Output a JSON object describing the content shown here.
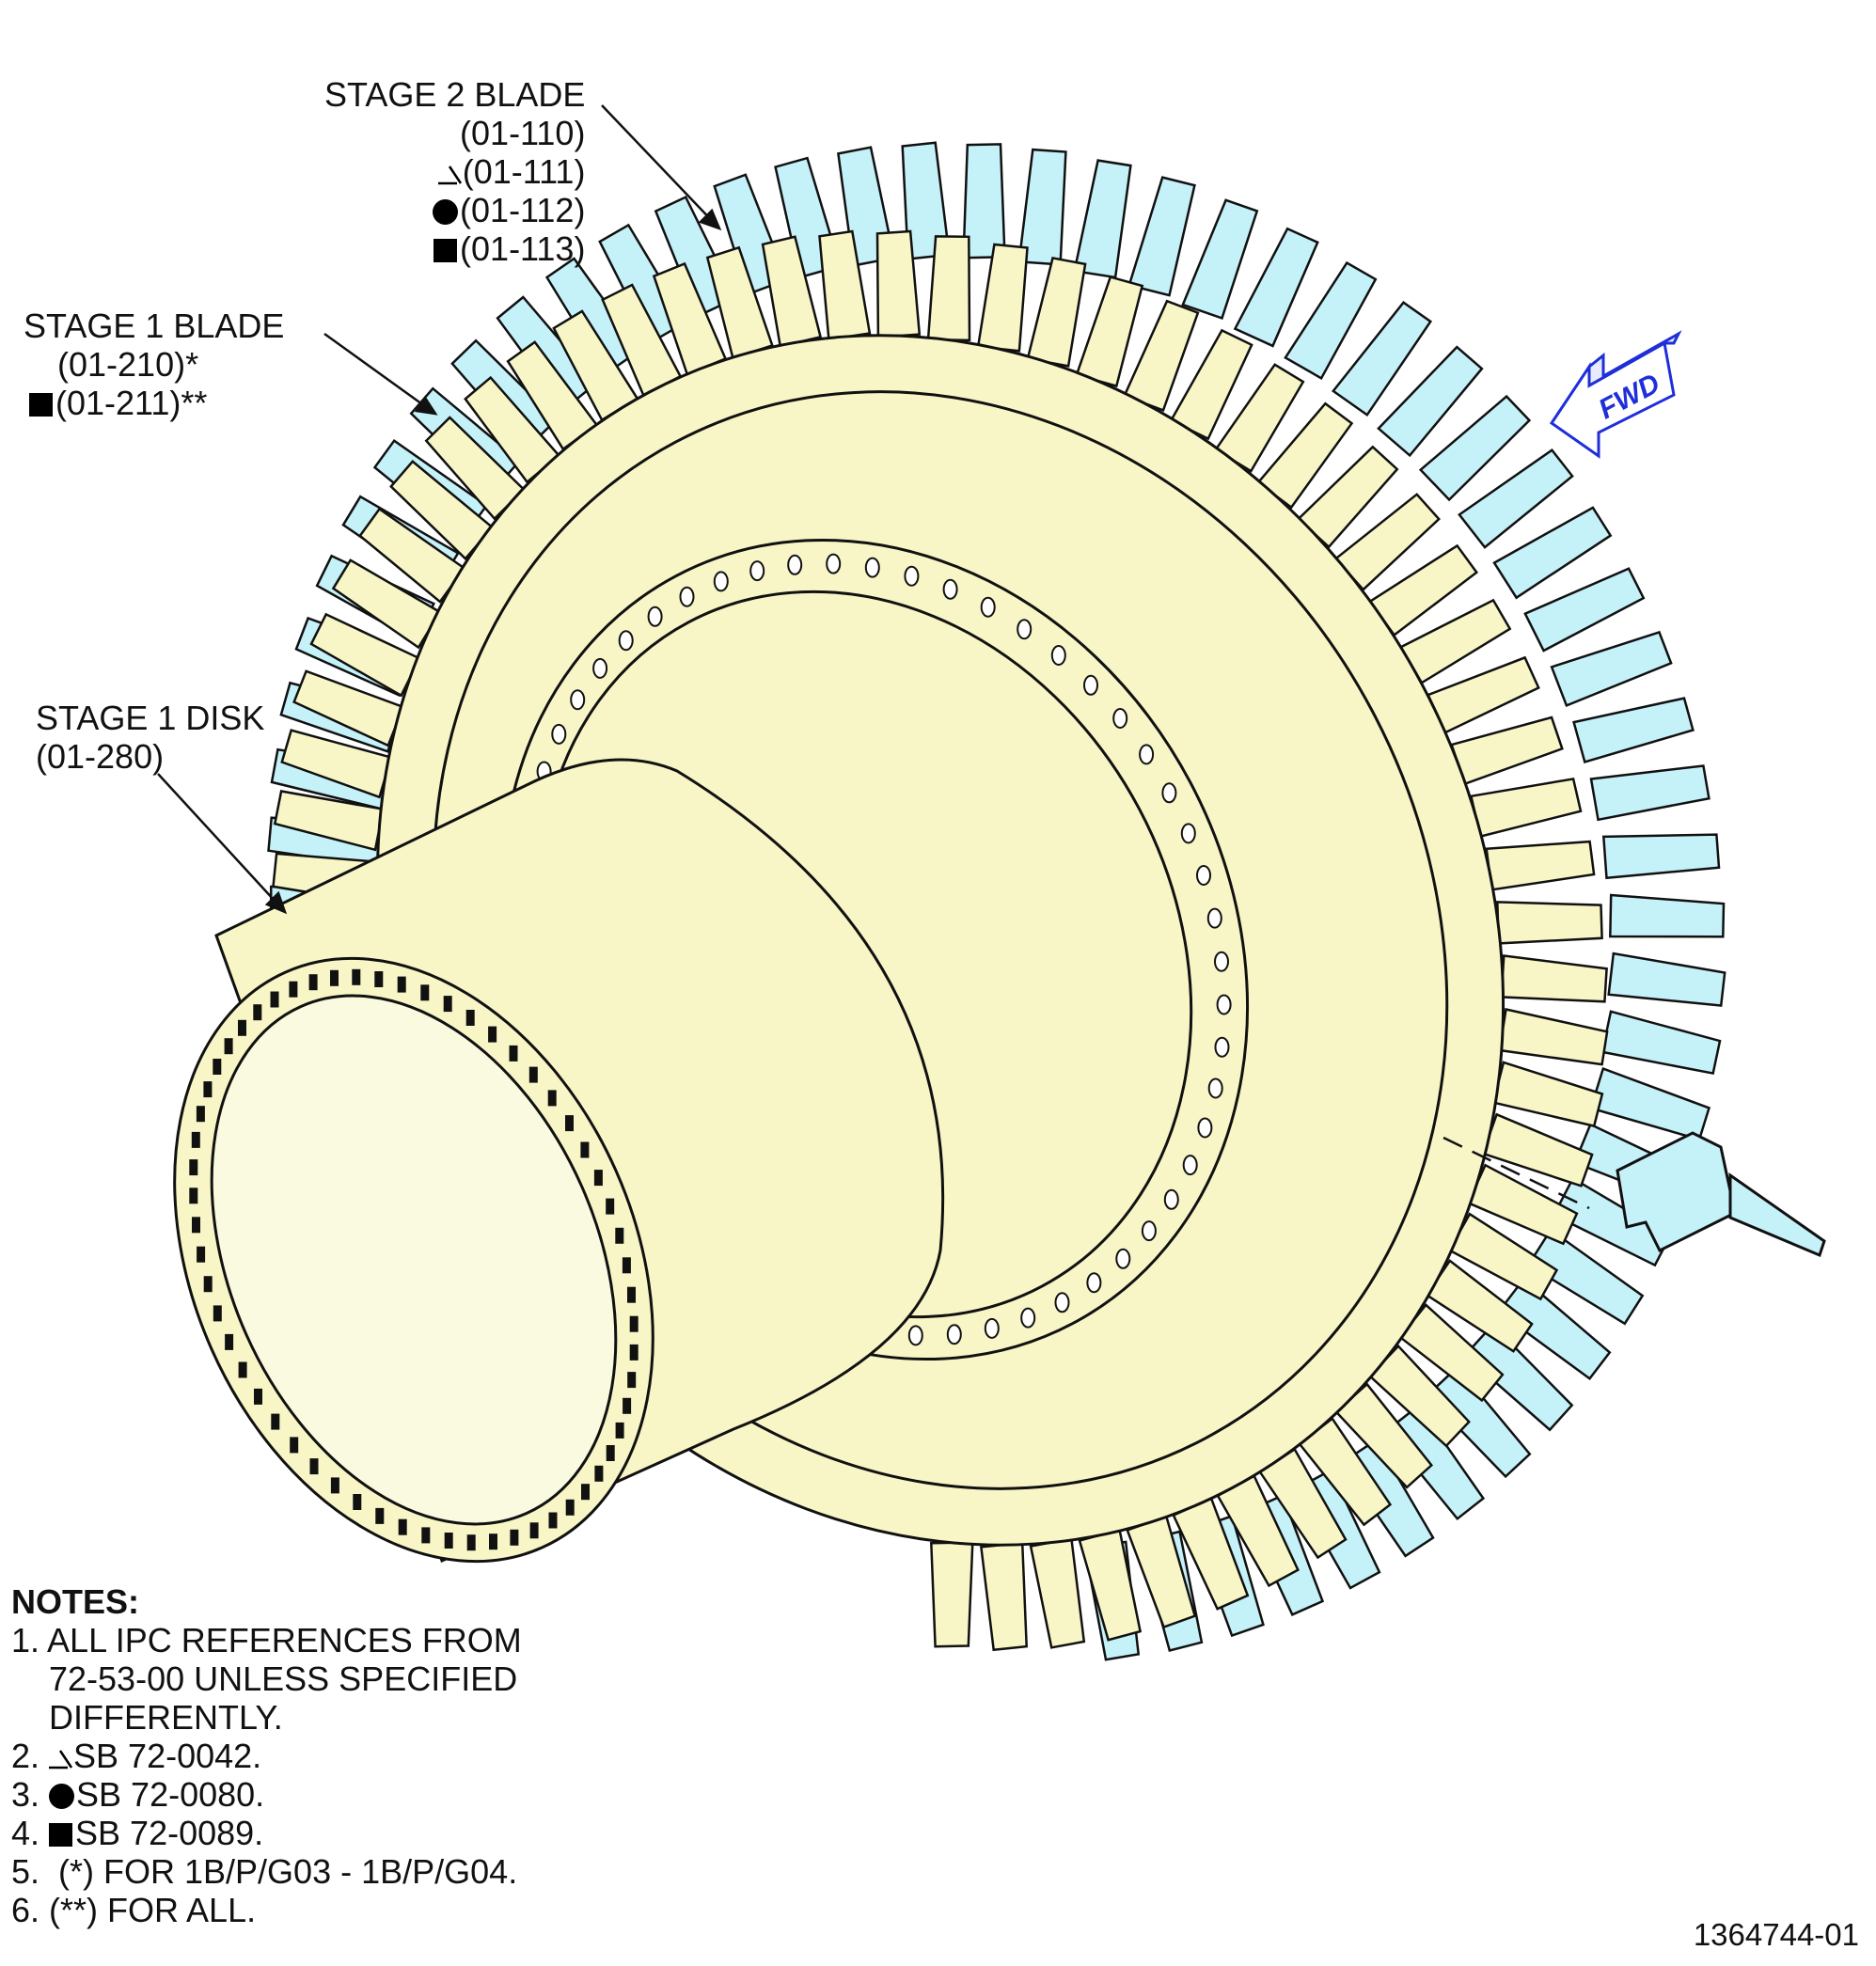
{
  "callouts": {
    "stage2_blade": {
      "title": "STAGE 2 BLADE",
      "refs": [
        {
          "symbol": "",
          "text": "(01-110)"
        },
        {
          "symbol": "sb-0042-triangle-icon",
          "text": "(01-111)"
        },
        {
          "symbol": "sb-0080-dot-icon",
          "text": "(01-112)"
        },
        {
          "symbol": "sb-0089-square-icon",
          "text": "(01-113)"
        }
      ]
    },
    "stage1_blade": {
      "title": "STAGE 1 BLADE",
      "refs": [
        {
          "symbol": "",
          "text": "(01-210)*"
        },
        {
          "symbol": "sb-0089-square-icon",
          "text": "(01-211)**"
        }
      ]
    },
    "stage1_disk": {
      "title": "STAGE 1 DISK",
      "refs": [
        {
          "symbol": "",
          "text": "(01-280)"
        }
      ]
    }
  },
  "fwd_label": "FWD",
  "notes": {
    "heading": "NOTES:",
    "items": [
      "1. ALL IPC REFERENCES FROM",
      "    72-53-00 UNLESS SPECIFIED",
      "    DIFFERENTLY.",
      "2. ",
      "3. ",
      "4. ",
      "5.  (*) FOR 1B/P/G03 - 1B/P/G04.",
      "6. (**) FOR ALL."
    ],
    "sb_notes": [
      "SB 72-0042.",
      "SB 72-0080.",
      "SB 72-0089."
    ]
  },
  "drawing_number": "1364744-01",
  "colors": {
    "stage1": "#f8f6c6",
    "stage2": "#c5f1f9",
    "line": "#111111",
    "fwd_arrow": "#1f2fd8"
  }
}
